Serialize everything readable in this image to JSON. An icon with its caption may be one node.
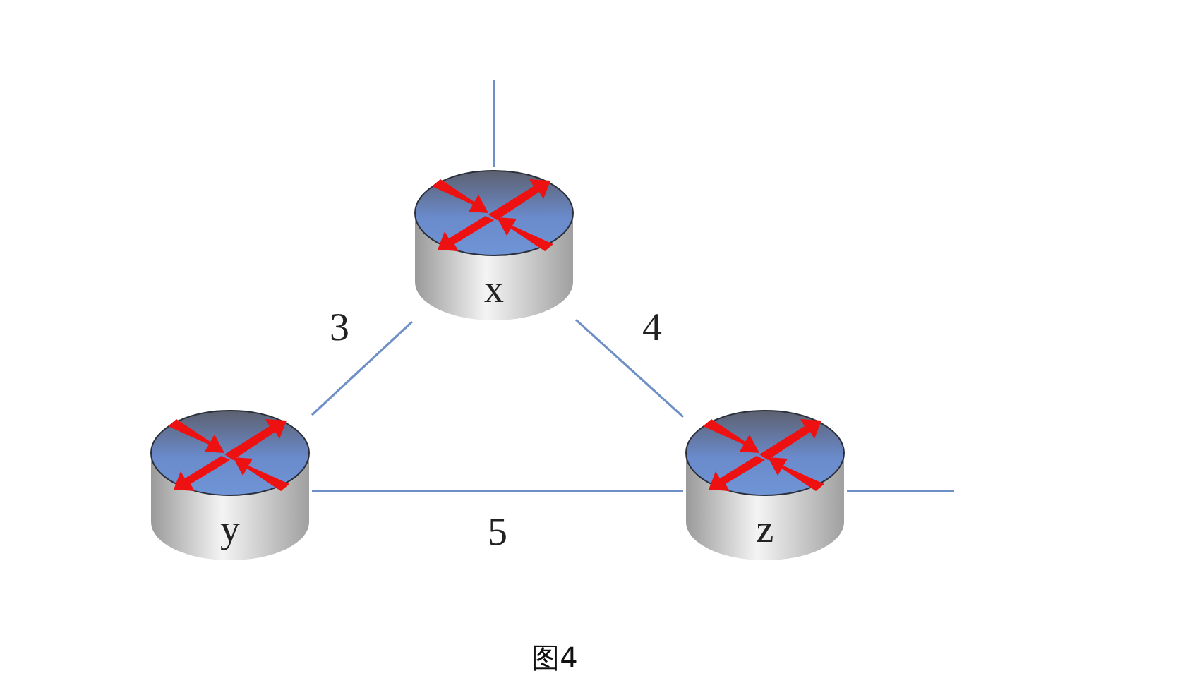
{
  "diagram": {
    "caption": "图4",
    "nodes": [
      {
        "text": [
          "x"
        ]
      },
      {
        "text": [
          "y"
        ]
      },
      {
        "text": [
          "z"
        ]
      }
    ],
    "edges": [
      {
        "from": 0,
        "to": null,
        "arrow": "none"
      },
      {
        "from": 0,
        "to": 1,
        "arrow": "none",
        "label": "3"
      },
      {
        "from": 0,
        "to": 2,
        "arrow": "none",
        "label": "4"
      },
      {
        "from": 1,
        "to": 2,
        "arrow": "none",
        "label": "5"
      },
      {
        "from": 2,
        "to": null,
        "arrow": "none"
      }
    ]
  }
}
